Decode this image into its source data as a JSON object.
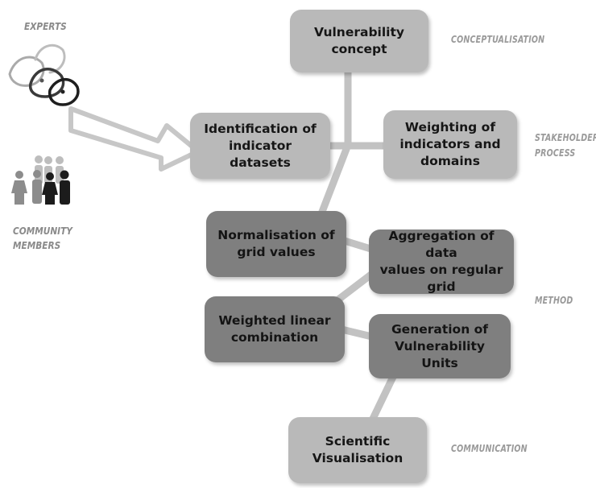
{
  "actors": {
    "experts": "EXPERTS",
    "community_line1": "COMMUNITY",
    "community_line2": "MEMBERS"
  },
  "stages": {
    "conceptualisation": "CONCEPTUALISATION",
    "stakeholder_line1": "STAKEHOLDER",
    "stakeholder_line2": "PROCESS",
    "method": "METHOD",
    "communication": "COMMUNICATION"
  },
  "boxes": {
    "vulnerability_concept": "Vulnerability\nconcept",
    "identification": "Identification of\nindicator datasets",
    "weighting": "Weighting of\nindicators and\ndomains",
    "normalisation": "Normalisation of\ngrid values",
    "aggregation": "Aggregation of data\nvalues on regular grid",
    "weighted_linear": "Weighted linear\ncombination",
    "generation": "Generation of\nVulnerability Units",
    "visualisation": "Scientific\nVisualisation"
  },
  "colors": {
    "light_box": "#b9b9b9",
    "dark_box": "#7f7f7f",
    "connector": "#bdbdbd",
    "label": "#9a9a9a"
  }
}
